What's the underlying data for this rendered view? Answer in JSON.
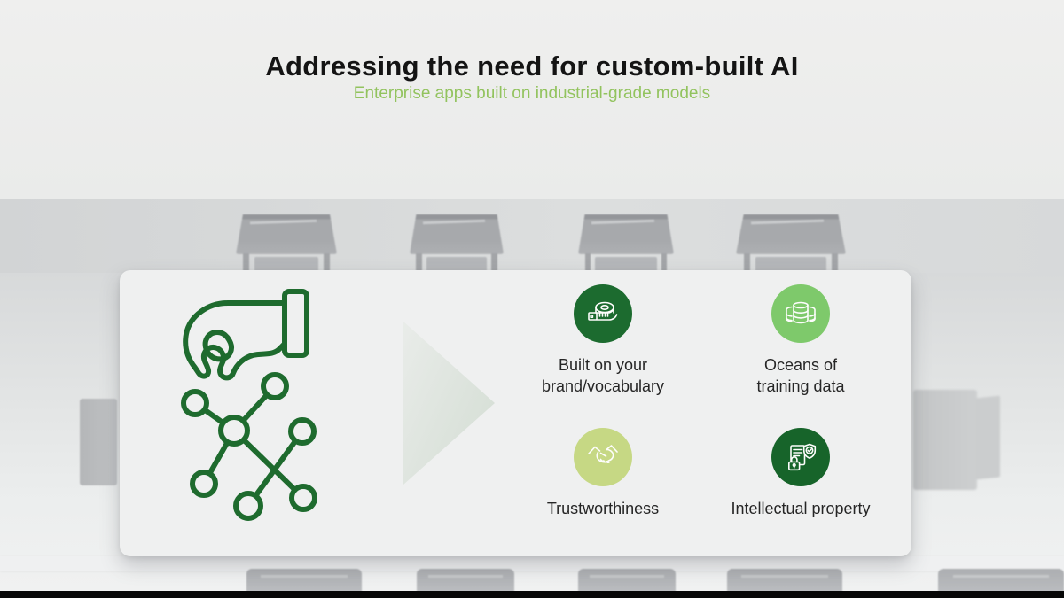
{
  "header": {
    "title": "Addressing the need for custom-built AI",
    "subtitle": "Enterprise apps built on industrial-grade models"
  },
  "card": {
    "illustration": "hand-dropping-network-graph",
    "arrow": "right-flow-arrow",
    "features": [
      {
        "label": "Built on your\nbrand/vocabulary",
        "icon": "measuring-tape-icon",
        "circle_color": "#1c6b2f"
      },
      {
        "label": "Oceans of\ntraining data",
        "icon": "database-icon",
        "circle_color": "#7ec96b"
      },
      {
        "label": "Trustworthiness",
        "icon": "handshake-icon",
        "circle_color": "#c6d884"
      },
      {
        "label": "Intellectual property",
        "icon": "document-shield-lock-icon",
        "circle_color": "#17642a"
      }
    ]
  },
  "colors": {
    "title_text": "#141414",
    "subtitle_green": "#92c35e",
    "illustration_green": "#1e6b2e",
    "card_background": "#eff0f0",
    "dark_green_circle": "#1c6b2f",
    "light_green_circle": "#7ec96b",
    "yellow_green_circle": "#c6d884"
  },
  "background": {
    "scene": "blurred conference room with empty chairs around a table"
  }
}
